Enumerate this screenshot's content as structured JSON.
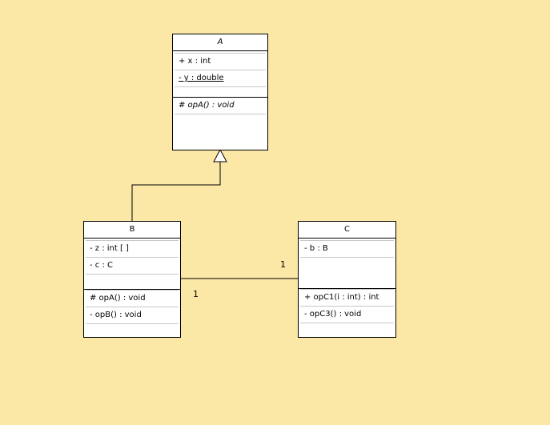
{
  "diagram": {
    "classes": {
      "A": {
        "name": "A",
        "abstract": true,
        "attributes": [
          "+ x : int",
          "- y : double"
        ],
        "operations": [
          "# opA() : void"
        ]
      },
      "B": {
        "name": "B",
        "attributes": [
          "- z : int [  ]",
          "- c : C"
        ],
        "operations": [
          "# opA() : void",
          "- opB() : void"
        ]
      },
      "C": {
        "name": "C",
        "attributes": [
          "- b : B"
        ],
        "operations": [
          "+ opC1(i : int) : int",
          "- opC3() : void"
        ]
      }
    },
    "association": {
      "multiplicity_b_end": "1",
      "multiplicity_c_end": "1"
    }
  }
}
